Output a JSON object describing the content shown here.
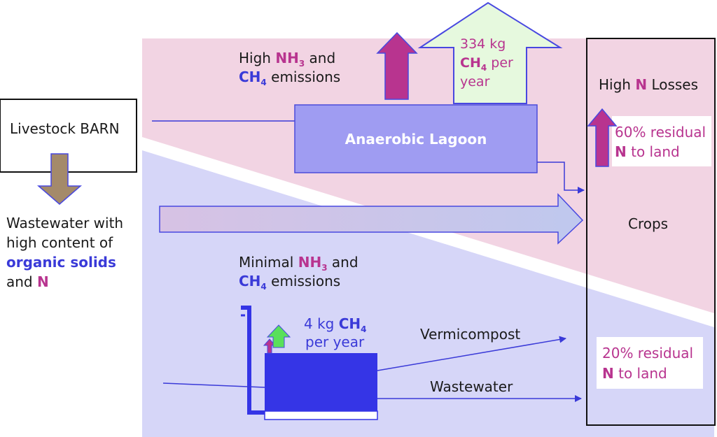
{
  "barn": {
    "label": "Livestock BARN"
  },
  "wastewater_in": {
    "line1": "Wastewater with",
    "line2": "high content of",
    "organic": "organic solids",
    "and": "and",
    "n": "N"
  },
  "top": {
    "high": "High",
    "nh": "NH",
    "nh_sub": "3",
    "and": "and",
    "ch": "CH",
    "ch_sub": "4",
    "emissions": "emissions",
    "lagoon": "Anaerobic Lagoon",
    "ch4_amount": "334 kg",
    "ch4_ch": "CH",
    "ch4_sub": "4",
    "ch4_per": "per",
    "ch4_year": "year"
  },
  "bottom": {
    "minimal": "Minimal",
    "nh": "NH",
    "nh_sub": "3",
    "and": "and",
    "ch": "CH",
    "ch_sub": "4",
    "emissions": "emissions",
    "ch4_amount": "4 kg",
    "ch4_ch": "CH",
    "ch4_sub": "4",
    "ch4_per_year": "per year",
    "vermicompost": "Vermicompost",
    "wastewater": "Wastewater"
  },
  "crops": {
    "high": "High",
    "n": "N",
    "losses": "Losses",
    "residual60_line1": "60% residual",
    "residual60_n": "N",
    "residual60_rest": "to land",
    "label": "Crops",
    "residual20_line1": "20% residual",
    "residual20_n": "N",
    "residual20_rest": "to land"
  },
  "colors": {
    "pink_bg": "#f2d4e3",
    "lavender_bg": "#d6d6f8",
    "lagoon": "#9f9cf2",
    "vermi_box": "#3535e6",
    "magenta": "#b8348f",
    "blue": "#3a3ad8",
    "brown_arrow": "#a48a6a",
    "green_arrow": "#e6f9de"
  }
}
